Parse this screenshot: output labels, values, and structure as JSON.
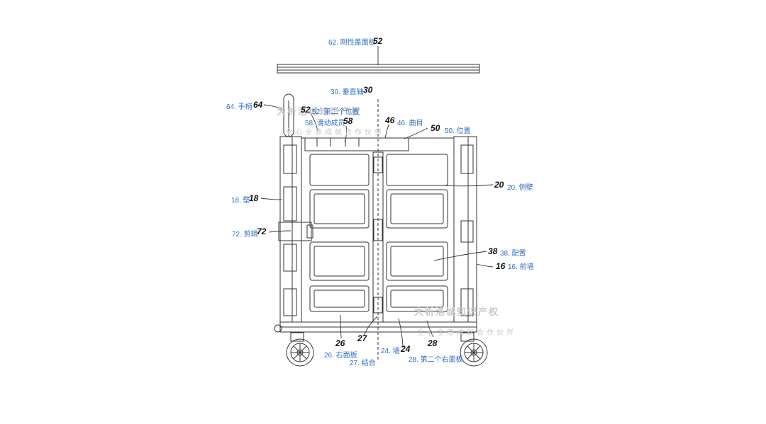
{
  "labels": {
    "l62": {
      "caption": "62. 刚性盖面板",
      "num": "52"
    },
    "l30": {
      "caption": "30. 垂直轴",
      "num": "30"
    },
    "l64": {
      "caption": "64. 手柄",
      "num": "64"
    },
    "l52": {
      "caption": "52. 第二个位置",
      "num": "52"
    },
    "l58": {
      "caption": "58. 滑动成员",
      "num": "58"
    },
    "l46": {
      "caption": "46. 曲目",
      "num": "46"
    },
    "l50": {
      "caption": "50. 位置",
      "num": "50"
    },
    "l20": {
      "caption": "20. 侧壁",
      "num": "20"
    },
    "l18": {
      "caption": "18. 壁",
      "num": "18"
    },
    "l72": {
      "caption": "72. 剪辑",
      "num": "72"
    },
    "l38": {
      "caption": "38. 配置",
      "num": "38"
    },
    "l16": {
      "caption": "16. 前墙",
      "num": "16"
    },
    "l26": {
      "caption": "26. 右面板",
      "num": "26"
    },
    "l27": {
      "caption": "27. 结合",
      "num": "27"
    },
    "l24": {
      "caption": "24. 墙",
      "num": "24"
    },
    "l28": {
      "caption": "28. 第二个右面板",
      "num": "28"
    }
  },
  "watermark": {
    "line1": "大析洛城知识产权",
    "line2": "全心全意成就合作伙伴"
  },
  "colors": {
    "caption": "#2f6fc4",
    "line": "#333333",
    "watermark": "#c9c9c9"
  }
}
